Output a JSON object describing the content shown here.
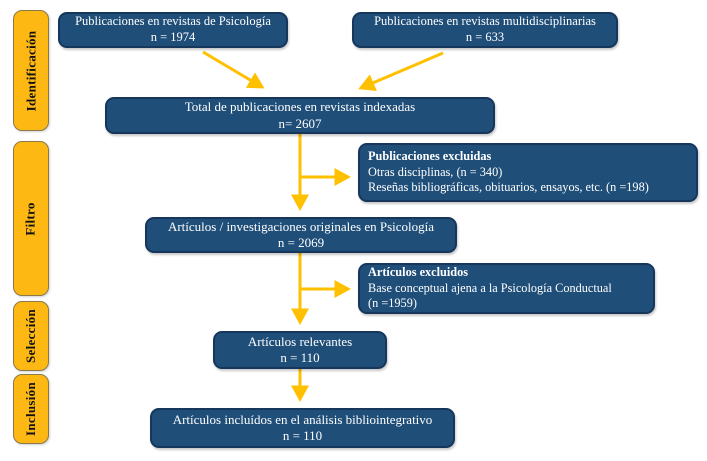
{
  "stages": [
    {
      "label": "Identificación"
    },
    {
      "label": "Filtro"
    },
    {
      "label": "Selección"
    },
    {
      "label": "Inclusión"
    }
  ],
  "boxes": {
    "psych": {
      "line1": "Publicaciones en revistas de Psicología",
      "line2": "n = 1974"
    },
    "multi": {
      "line1": "Publicaciones en revistas multidisciplinarias",
      "line2": "n = 633"
    },
    "total": {
      "line1": "Total de publicaciones en revistas indexadas",
      "line2": "n= 2607"
    },
    "excluded_pubs": {
      "title": "Publicaciones excluidas",
      "line1": "Otras disciplinas, (n = 340)",
      "line2": "Reseñas bibliográficas, obituarios, ensayos, etc. (n =198)"
    },
    "originals": {
      "line1": "Artículos / investigaciones originales en Psicología",
      "line2": "n = 2069"
    },
    "excluded_articles": {
      "title": "Artículos excluidos",
      "line1": "Base conceptual ajena a la Psicología Conductual",
      "line2": "(n =1959)"
    },
    "relevant": {
      "line1": "Artículos relevantes",
      "line2": "n = 110"
    },
    "included": {
      "line1": "Artículos incluídos en el análisis bibliointegrativo",
      "line2": "n = 110"
    }
  },
  "colors": {
    "node_fill": "#1f4e79",
    "node_border": "#16365c",
    "node_text": "#ffffff",
    "stage_fill": "#fdb813",
    "stage_text": "#121212",
    "arrow": "#ffc000"
  }
}
